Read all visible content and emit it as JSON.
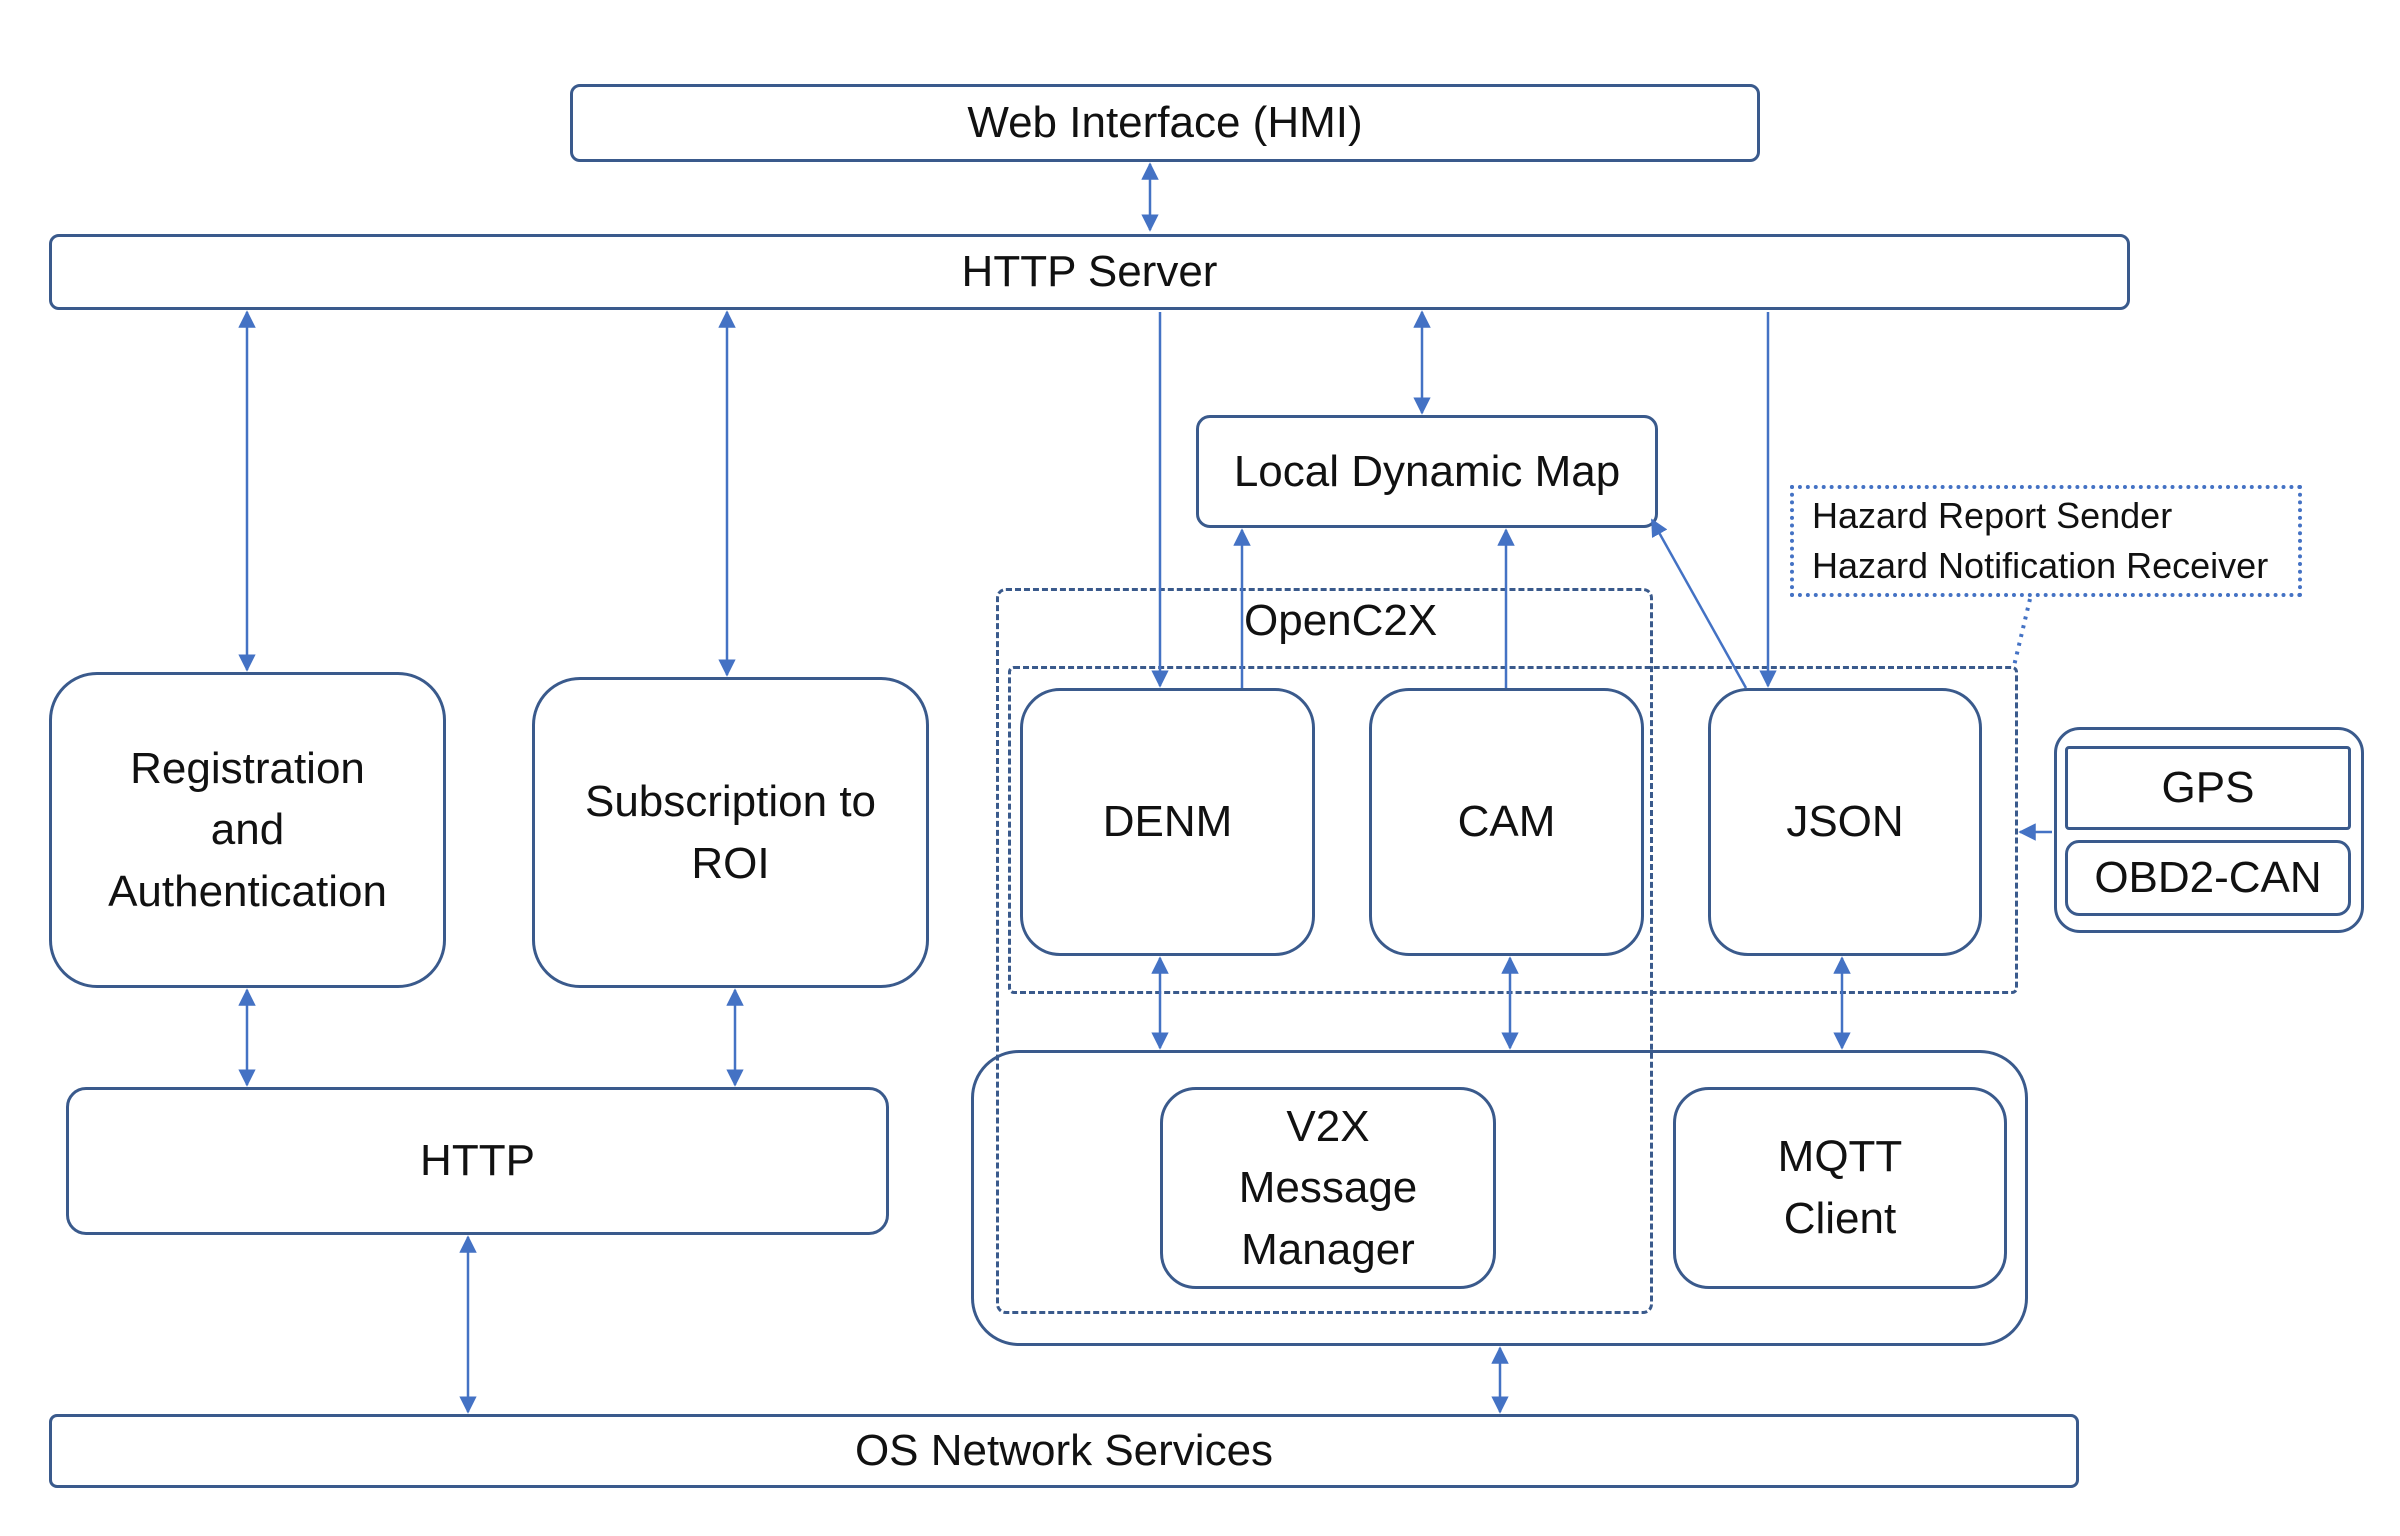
{
  "nodes": {
    "web_interface": "Web Interface (HMI)",
    "http_server": "HTTP Server",
    "local_dynamic_map": "Local Dynamic Map",
    "hazard_report_sender": "Hazard Report Sender",
    "hazard_notification_receiver": "Hazard Notification Receiver",
    "opencx": "OpenC2X",
    "registration": "Registration\nand\nAuthentication",
    "subscription": "Subscription to\nROI",
    "denm": "DENM",
    "cam": "CAM",
    "json": "JSON",
    "gps": "GPS",
    "obd2": "OBD2-CAN",
    "http": "HTTP",
    "v2x": "V2X\nMessage\nManager",
    "mqtt": "MQTT\nClient",
    "os_network": "OS Network Services"
  },
  "colors": {
    "box_border": "#3a5a8c",
    "arrow": "#4472c4",
    "dotted_border": "#4472c4"
  }
}
